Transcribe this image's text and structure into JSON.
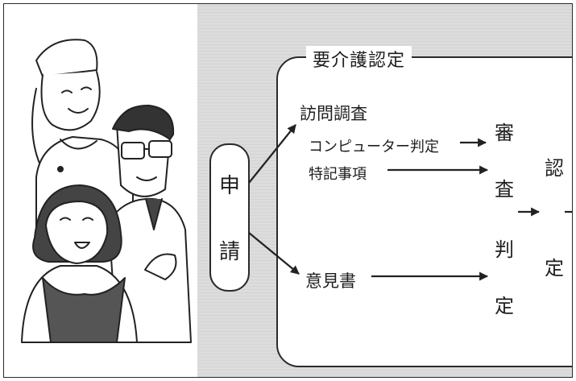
{
  "frame_title": "要介護認定",
  "application": [
    "申",
    "請"
  ],
  "visit_survey": "訪問調査",
  "computer_judgment": "コンピューター判定",
  "special_notes": "特記事項",
  "opinion": "意見書",
  "review": [
    "審",
    "査",
    "判",
    "定"
  ],
  "certification": [
    "認",
    "定"
  ]
}
